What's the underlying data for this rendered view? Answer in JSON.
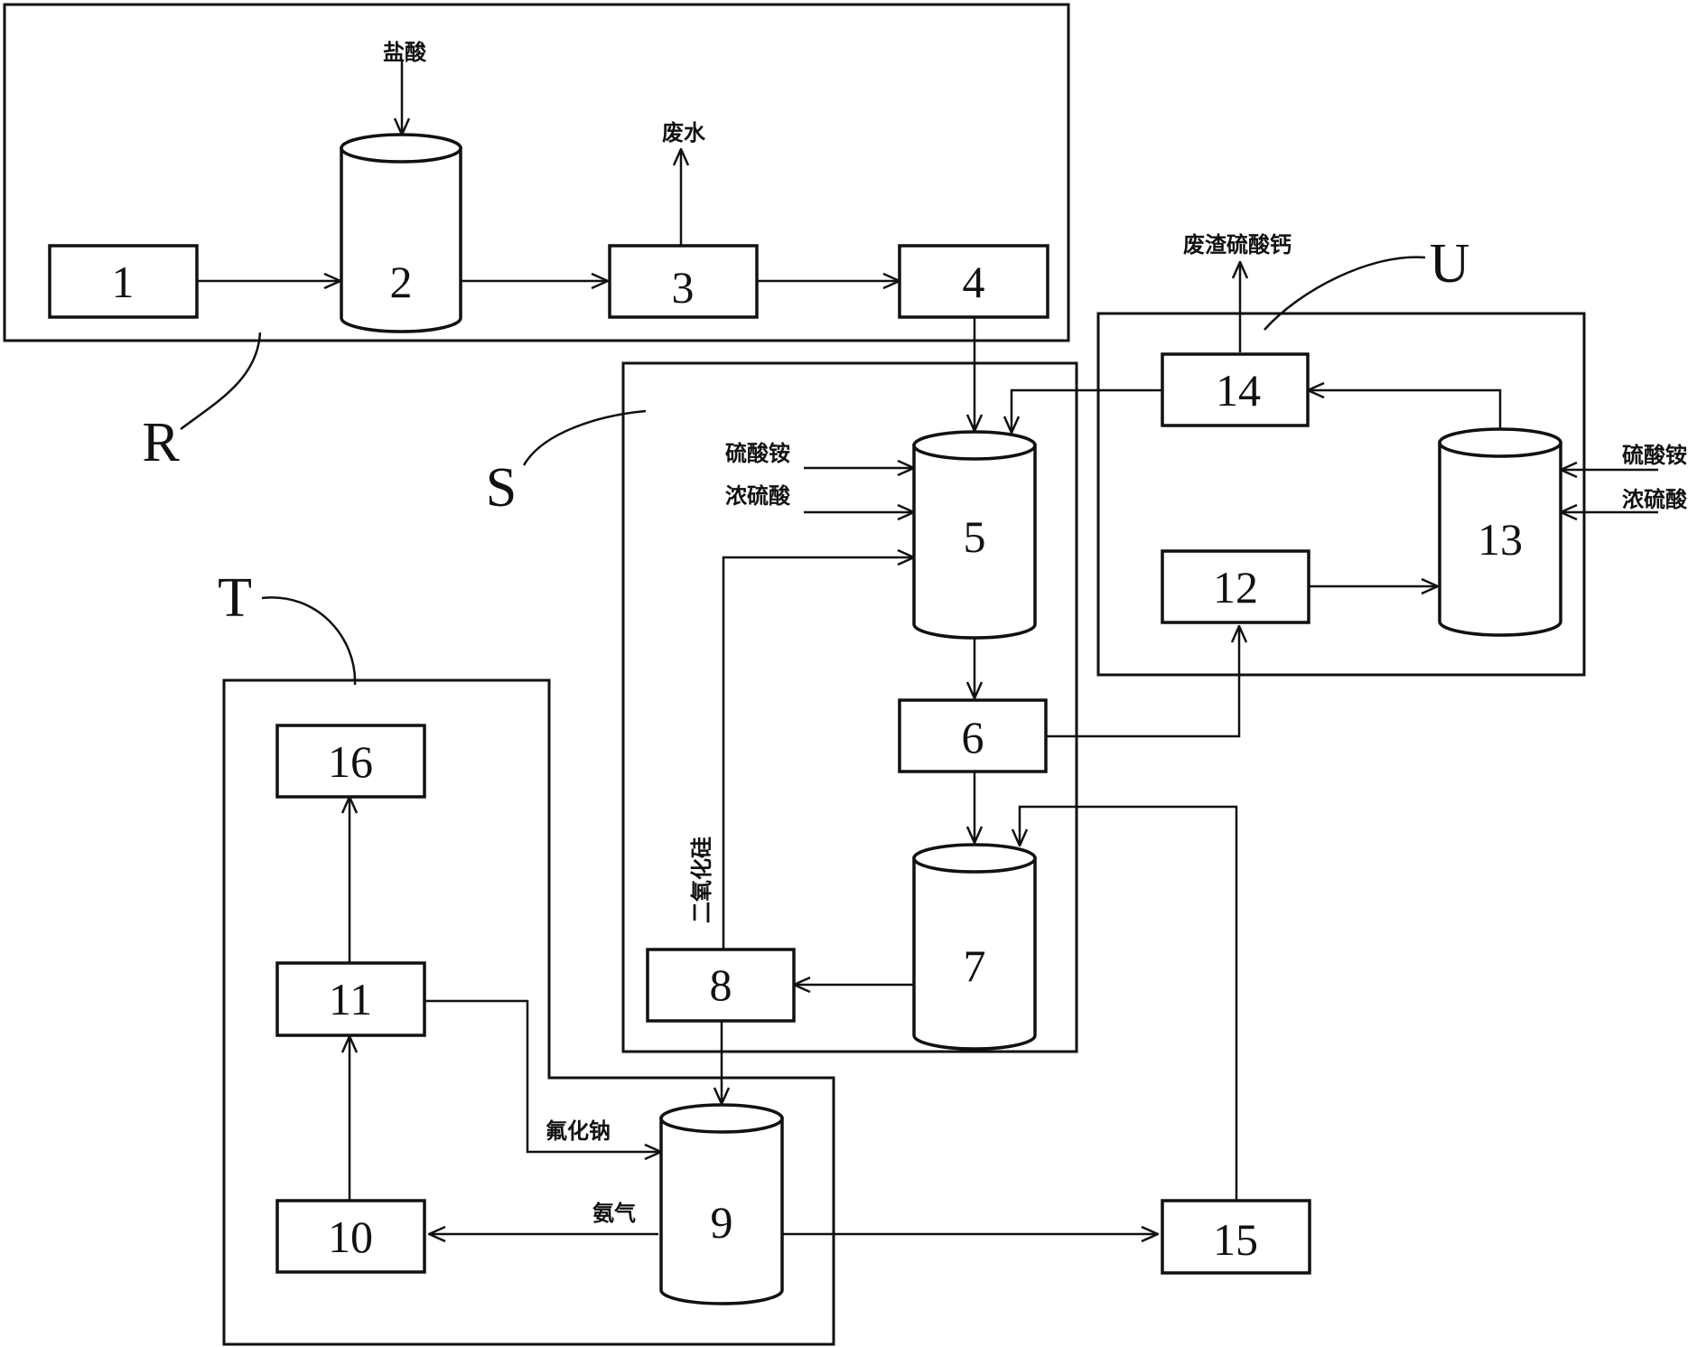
{
  "regions": {
    "r": "R",
    "s": "S",
    "t": "T",
    "u": "U"
  },
  "units": {
    "u1": "1",
    "u2": "2",
    "u3": "3",
    "u4": "4",
    "u5": "5",
    "u6": "6",
    "u7": "7",
    "u8": "8",
    "u9": "9",
    "u10": "10",
    "u11": "11",
    "u12": "12",
    "u13": "13",
    "u14": "14",
    "u15": "15",
    "u16": "16"
  },
  "labels": {
    "hcl": "盐酸",
    "wastewater": "废水",
    "waste_residue_caso4": "废渣硫酸钙",
    "ammonium_sulfate_5": "硫酸铵",
    "conc_sulfuric_5": "浓硫酸",
    "ammonium_sulfate_13": "硫酸铵",
    "conc_sulfuric_13": "浓硫酸",
    "silicon_dioxide": "二氧化硅",
    "sodium_fluoride": "氟化钠",
    "ammonia": "氨气"
  }
}
